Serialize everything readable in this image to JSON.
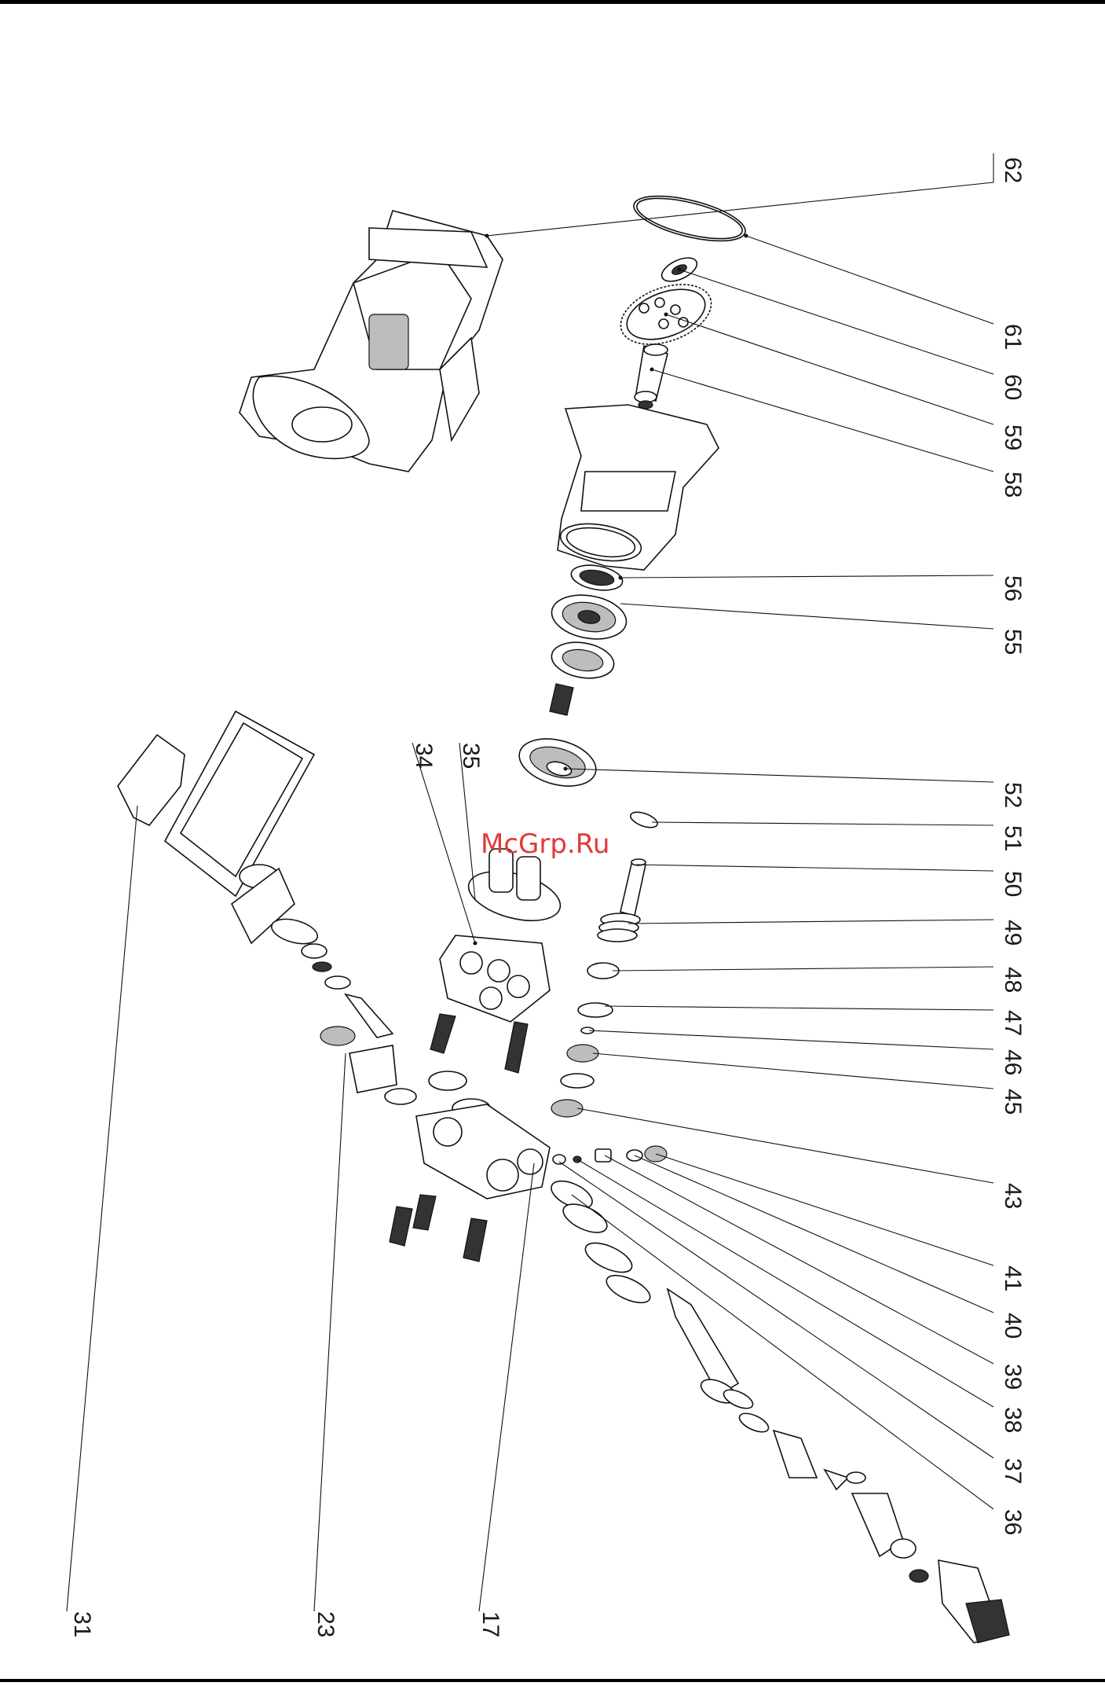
{
  "diagram": {
    "callouts": [
      "62",
      "61",
      "60",
      "59",
      "58",
      "56",
      "55",
      "52",
      "51",
      "50",
      "49",
      "48",
      "47",
      "46",
      "45",
      "43",
      "41",
      "40",
      "39",
      "38",
      "37",
      "36",
      "34",
      "35",
      "31",
      "23",
      "17"
    ]
  },
  "watermark": "McGrp.Ru",
  "colors": {
    "ink": "#111111",
    "watermark": "#e03a3a",
    "background": "#ffffff"
  }
}
